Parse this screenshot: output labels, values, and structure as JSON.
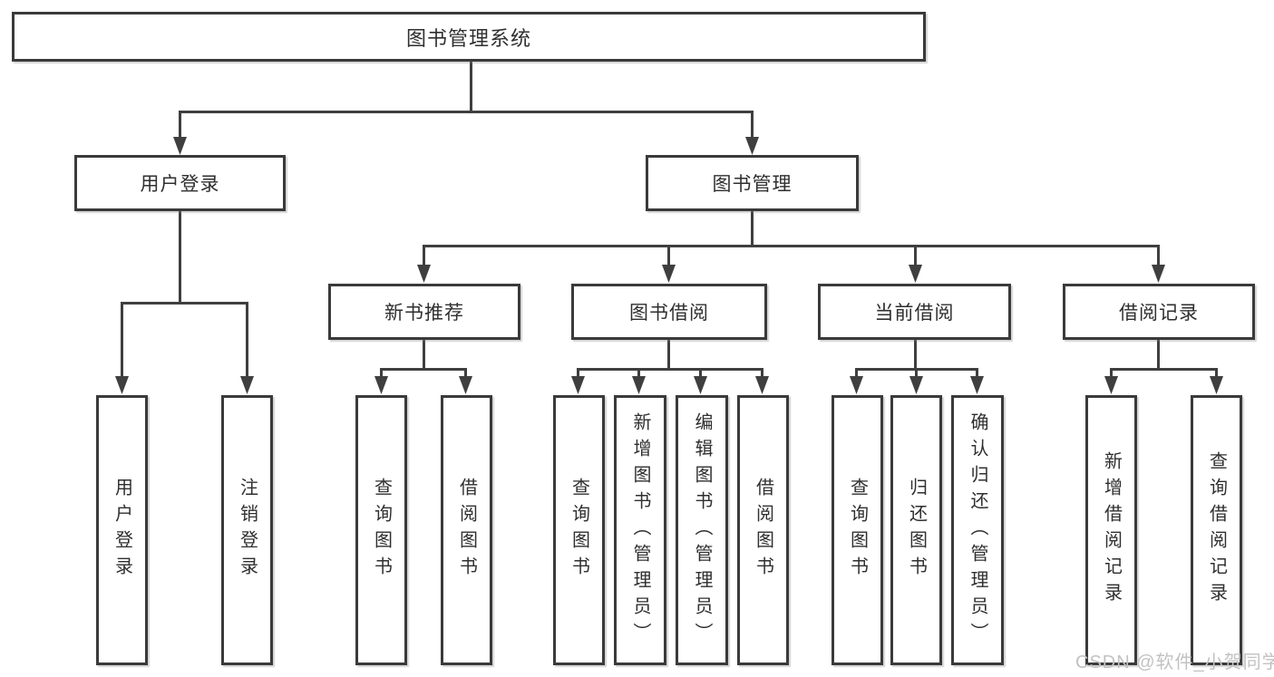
{
  "diagram": {
    "tree": {
      "root": "图书管理系统",
      "children": [
        {
          "label": "用户登录",
          "children": [
            "用户登录",
            "注销登录"
          ]
        },
        {
          "label": "图书管理",
          "children": [
            {
              "label": "新书推荐",
              "children": [
                "查询图书",
                "借阅图书"
              ]
            },
            {
              "label": "图书借阅",
              "children": [
                "查询图书",
                "新增图书（管理员）",
                "编辑图书（管理员）",
                "借阅图书"
              ]
            },
            {
              "label": "当前借阅",
              "children": [
                "查询图书",
                "归还图书",
                "确认归还（管理员）"
              ]
            },
            {
              "label": "借阅记录",
              "children": [
                "新增借阅记录",
                "查询借阅记录"
              ]
            }
          ]
        }
      ]
    },
    "watermark": "CSDN @软件_小贺同学",
    "colors": {
      "line": "#3f3f3f",
      "box_border": "#3a3a3a",
      "text": "#2f2f2f",
      "watermark": "#c2c2c2",
      "background": "#ffffff"
    }
  }
}
